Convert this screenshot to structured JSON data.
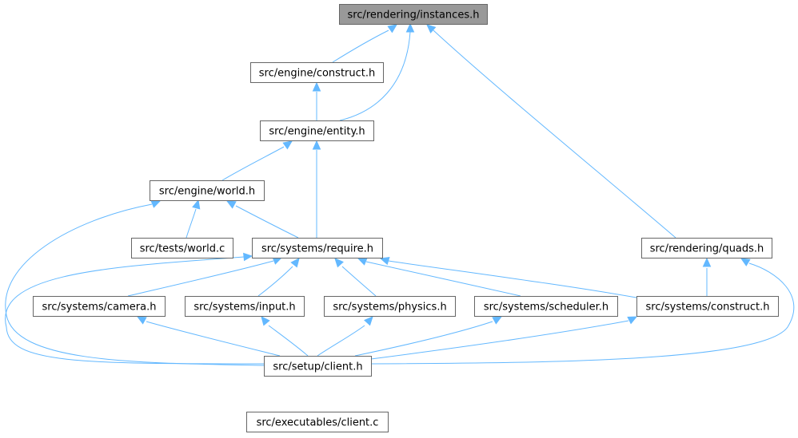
{
  "diagram": {
    "nodes": {
      "instances": "src/rendering/instances.h",
      "engine_construct": "src/engine/construct.h",
      "entity": "src/engine/entity.h",
      "world": "src/engine/world.h",
      "tests_world": "src/tests/world.c",
      "require": "src/systems/require.h",
      "quads": "src/rendering/quads.h",
      "camera": "src/systems/camera.h",
      "input": "src/systems/input.h",
      "physics": "src/systems/physics.h",
      "scheduler": "src/systems/scheduler.h",
      "sys_construct": "src/systems/construct.h",
      "client_h": "src/setup/client.h",
      "client_c": "src/executables/client.c"
    },
    "edges": [
      {
        "from": "engine_construct",
        "to": "instances"
      },
      {
        "from": "entity",
        "to": "instances"
      },
      {
        "from": "quads",
        "to": "instances"
      },
      {
        "from": "entity",
        "to": "engine_construct"
      },
      {
        "from": "world",
        "to": "entity"
      },
      {
        "from": "require",
        "to": "entity"
      },
      {
        "from": "tests_world",
        "to": "world"
      },
      {
        "from": "require",
        "to": "world"
      },
      {
        "from": "client_h",
        "to": "world"
      },
      {
        "from": "camera",
        "to": "require"
      },
      {
        "from": "input",
        "to": "require"
      },
      {
        "from": "physics",
        "to": "require"
      },
      {
        "from": "scheduler",
        "to": "require"
      },
      {
        "from": "sys_construct",
        "to": "require"
      },
      {
        "from": "client_h",
        "to": "require"
      },
      {
        "from": "sys_construct",
        "to": "quads"
      },
      {
        "from": "client_h",
        "to": "quads"
      },
      {
        "from": "client_h",
        "to": "camera"
      },
      {
        "from": "client_h",
        "to": "input"
      },
      {
        "from": "client_h",
        "to": "physics"
      },
      {
        "from": "client_h",
        "to": "scheduler"
      },
      {
        "from": "client_h",
        "to": "sys_construct"
      },
      {
        "from": "client_c",
        "to": "client_h"
      }
    ],
    "colors": {
      "edge": "#63b8ff",
      "root_fill": "#999999",
      "node_border": "#666666"
    }
  }
}
